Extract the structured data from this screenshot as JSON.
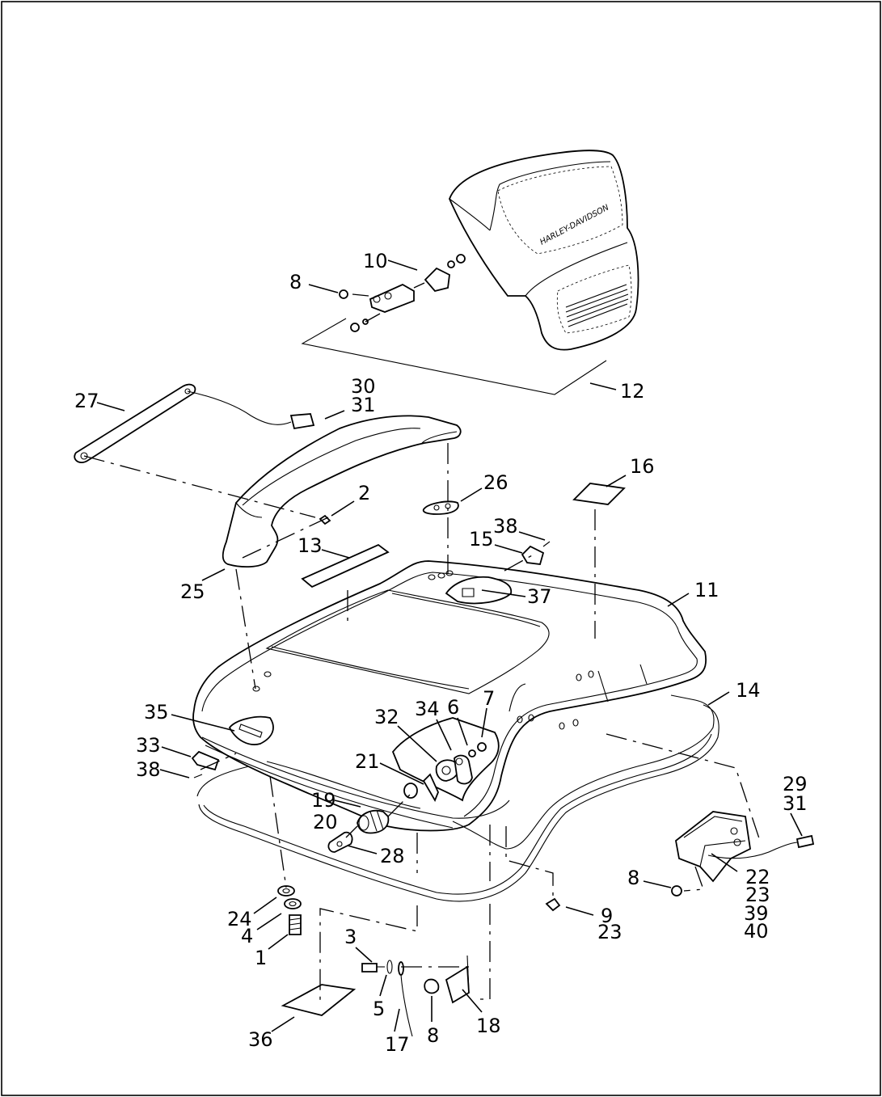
{
  "diagram": {
    "brand_text": "HARLEY-DAVIDSON",
    "callouts": [
      {
        "id": "c8a",
        "text": "8"
      },
      {
        "id": "c10",
        "text": "10"
      },
      {
        "id": "c12",
        "text": "12"
      },
      {
        "id": "c27",
        "text": "27"
      },
      {
        "id": "c30",
        "text": "30"
      },
      {
        "id": "c31a",
        "text": "31"
      },
      {
        "id": "c2",
        "text": "2"
      },
      {
        "id": "c26",
        "text": "26"
      },
      {
        "id": "c16",
        "text": "16"
      },
      {
        "id": "c38a",
        "text": "38"
      },
      {
        "id": "c15",
        "text": "15"
      },
      {
        "id": "c13",
        "text": "13"
      },
      {
        "id": "c25",
        "text": "25"
      },
      {
        "id": "c37",
        "text": "37"
      },
      {
        "id": "c11",
        "text": "11"
      },
      {
        "id": "c14",
        "text": "14"
      },
      {
        "id": "c35",
        "text": "35"
      },
      {
        "id": "c32",
        "text": "32"
      },
      {
        "id": "c34",
        "text": "34"
      },
      {
        "id": "c6",
        "text": "6"
      },
      {
        "id": "c7",
        "text": "7"
      },
      {
        "id": "c33",
        "text": "33"
      },
      {
        "id": "c21",
        "text": "21"
      },
      {
        "id": "c38b",
        "text": "38"
      },
      {
        "id": "c19",
        "text": "19"
      },
      {
        "id": "c20",
        "text": "20"
      },
      {
        "id": "c28",
        "text": "28"
      },
      {
        "id": "c29",
        "text": "29"
      },
      {
        "id": "c31b",
        "text": "31"
      },
      {
        "id": "c8b",
        "text": "8"
      },
      {
        "id": "c22",
        "text": "22"
      },
      {
        "id": "c23a",
        "text": "23"
      },
      {
        "id": "c39",
        "text": "39"
      },
      {
        "id": "c40",
        "text": "40"
      },
      {
        "id": "c9",
        "text": "9"
      },
      {
        "id": "c23b",
        "text": "23"
      },
      {
        "id": "c24",
        "text": "24"
      },
      {
        "id": "c4",
        "text": "4"
      },
      {
        "id": "c1",
        "text": "1"
      },
      {
        "id": "c3",
        "text": "3"
      },
      {
        "id": "c5",
        "text": "5"
      },
      {
        "id": "c17",
        "text": "17"
      },
      {
        "id": "c8c",
        "text": "8"
      },
      {
        "id": "c18",
        "text": "18"
      },
      {
        "id": "c36",
        "text": "36"
      }
    ]
  }
}
